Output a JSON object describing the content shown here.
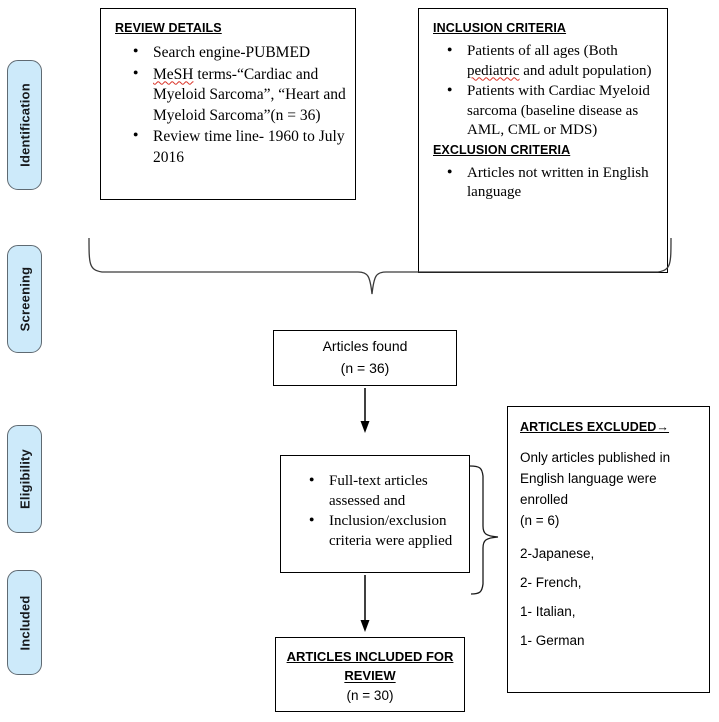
{
  "stages": [
    {
      "label": "Identification"
    },
    {
      "label": "Screening"
    },
    {
      "label": "Eligibility"
    },
    {
      "label": "Included"
    }
  ],
  "review_details": {
    "header": "REVIEW DETAILS",
    "bullets": [
      "Search engine-PUBMED",
      "MeSH terms-“Cardiac and Myeloid Sarcoma”, “Heart and Myeloid Sarcoma”(n = 36)",
      "Review time line- 1960 to July 2016"
    ],
    "mesh_token": "MeSH",
    "bullet2_rest": " terms-“Cardiac and Myeloid Sarcoma”, “Heart and Myeloid Sarcoma”(n = 36)"
  },
  "criteria": {
    "inclusion_header": "INCLUSION CRITERIA",
    "inclusion_bullets": [
      "Patients of all ages (Both pediatric and adult population)",
      "Patients with Cardiac Myeloid sarcoma (baseline disease as AML, CML or MDS)"
    ],
    "inclusion_b1_pre": "Patients of all ages (Both ",
    "inclusion_b1_token": "pediatric",
    "inclusion_b1_post": " and adult population)",
    "exclusion_header": "EXCLUSION CRITERIA",
    "exclusion_bullets": [
      "Articles not written in English language"
    ]
  },
  "articles_found": {
    "title": "Articles found",
    "count": "(n = 36)"
  },
  "full_text": {
    "bullets": [
      "Full-text articles assessed and",
      "Inclusion/exclusion criteria were applied"
    ]
  },
  "articles_excluded": {
    "header": "ARTICLES EXCLUDED→",
    "body": "Only articles published in English language were enrolled",
    "count": "(n = 6)",
    "items": [
      "2-Japanese,",
      "2- French,",
      "1- Italian,",
      "1- German"
    ]
  },
  "articles_included": {
    "title_line1": "ARTICLES INCLUDED FOR",
    "title_line2": "REVIEW",
    "count": "(n = 30)"
  },
  "colors": {
    "stage_fill": "#cdeafa",
    "stage_border": "#5f6a72",
    "box_border": "#000000",
    "text": "#000000",
    "spellcheck_red": "#d93025",
    "grammar_green": "#1d7f2e"
  }
}
